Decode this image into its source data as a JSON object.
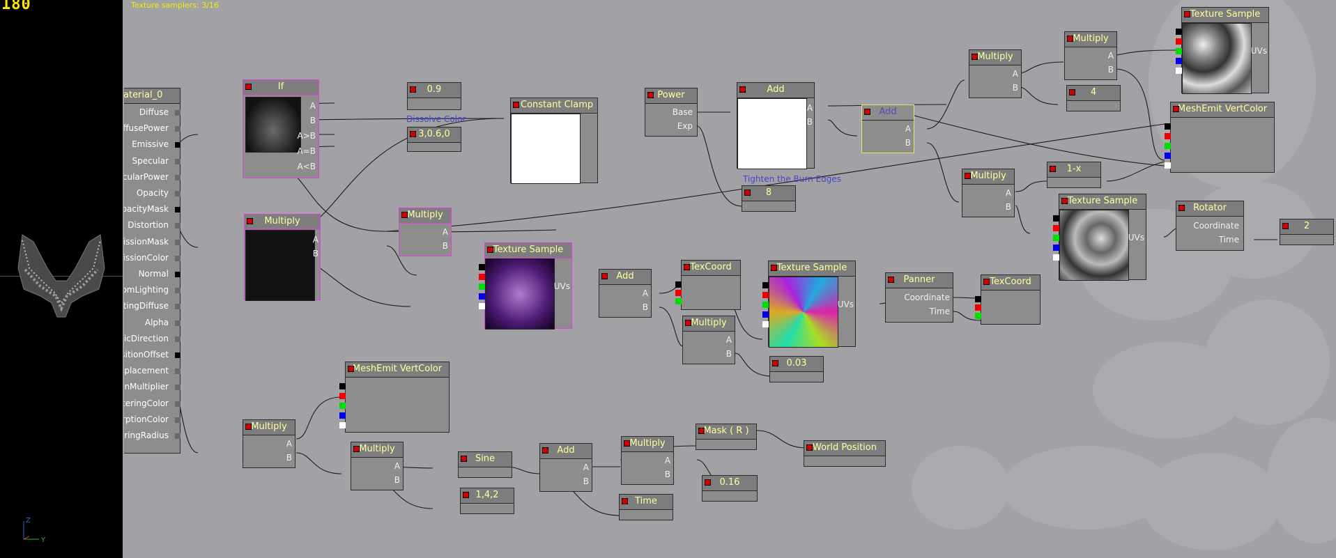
{
  "preview": {
    "fps": "180",
    "axis_z": "Z",
    "axis_y": "Y"
  },
  "status": "Texture samplers: 3/16",
  "material": {
    "title": "aterial_0",
    "pins": [
      "Diffuse",
      "DiffusePower",
      "Emissive",
      "Specular",
      "SpecularPower",
      "Opacity",
      "OpacityMask",
      "Distortion",
      "ansmissionMask",
      "ansmissionColor",
      "Normal",
      "CustomLighting",
      "LightingDiffuse",
      "Alpha",
      "tropicDirection",
      "dPositionOffset",
      "ldDisplacement",
      "llationMultiplier",
      "scatteringColor",
      "AbsorptionColor",
      "catteringRadius"
    ]
  },
  "nodes": {
    "if": {
      "title": "If",
      "pins": [
        "A",
        "B",
        "A>B",
        "A=B",
        "A<B"
      ]
    },
    "c09": {
      "title": "0.9"
    },
    "c306": {
      "title": "3,0.6,0"
    },
    "clamp": {
      "title": "Constant Clamp"
    },
    "power": {
      "title": "Power",
      "pins": [
        "Base",
        "Exp"
      ]
    },
    "add_top": {
      "title": "Add",
      "pins": [
        "A",
        "B"
      ]
    },
    "add_sel": {
      "title": "Add",
      "pins": [
        "A",
        "B"
      ]
    },
    "mul_top1": {
      "title": "Multiply",
      "pins": [
        "A",
        "B"
      ]
    },
    "mul_top2": {
      "title": "Multiply",
      "pins": [
        "A",
        "B"
      ]
    },
    "c4": {
      "title": "4"
    },
    "tex_top": {
      "title": "Texture Sample",
      "pins": [
        "UVs"
      ]
    },
    "vc_top": {
      "title": "MeshEmit VertColor"
    },
    "oneminus": {
      "title": "1-x"
    },
    "mul_mid": {
      "title": "Multiply",
      "pins": [
        "A",
        "B"
      ]
    },
    "c8": {
      "title": "8"
    },
    "tex_mid": {
      "title": "Texture Sample",
      "pins": [
        "UVs"
      ]
    },
    "rotator": {
      "title": "Rotator",
      "pins": [
        "Coordinate",
        "Time"
      ]
    },
    "c2": {
      "title": "2"
    },
    "mul_mask": {
      "title": "Multiply",
      "pins": [
        "A",
        "B"
      ]
    },
    "mul_small": {
      "title": "Multiply",
      "pins": [
        "A",
        "B"
      ]
    },
    "tex_bra": {
      "title": "Texture Sample",
      "pins": [
        "UVs"
      ]
    },
    "add_mid": {
      "title": "Add",
      "pins": [
        "A",
        "B"
      ]
    },
    "texcoord1": {
      "title": "TexCoord"
    },
    "mul_uv": {
      "title": "Multiply",
      "pins": [
        "A",
        "B"
      ]
    },
    "c003": {
      "title": "0.03"
    },
    "tex_rgb": {
      "title": "Texture Sample",
      "pins": [
        "UVs"
      ]
    },
    "panner": {
      "title": "Panner",
      "pins": [
        "Coordinate",
        "Time"
      ]
    },
    "texcoord2": {
      "title": "TexCoord"
    },
    "vc_bot": {
      "title": "MeshEmit VertColor"
    },
    "mul_b1": {
      "title": "Multiply",
      "pins": [
        "A",
        "B"
      ]
    },
    "mul_b2": {
      "title": "Multiply",
      "pins": [
        "A",
        "B"
      ]
    },
    "sine": {
      "title": "Sine"
    },
    "c142": {
      "title": "1,4,2"
    },
    "add_b": {
      "title": "Add",
      "pins": [
        "A",
        "B"
      ]
    },
    "mul_b3": {
      "title": "Multiply",
      "pins": [
        "A",
        "B"
      ]
    },
    "maskr": {
      "title": "Mask ( R )"
    },
    "c016": {
      "title": "0.16"
    },
    "time": {
      "title": "Time"
    },
    "worldpos": {
      "title": "World Position"
    }
  },
  "comments": {
    "dissolve": "Dissolve Color",
    "tighten": "Tighten the Burn Edges"
  },
  "colors": {
    "background": "#a2a1a5",
    "node_body": "#8d8d8d",
    "node_header_text": "#ffffa0",
    "selected_border": "#e040e0",
    "comment_text": "#4646c8",
    "status_text": "#f2f000"
  }
}
